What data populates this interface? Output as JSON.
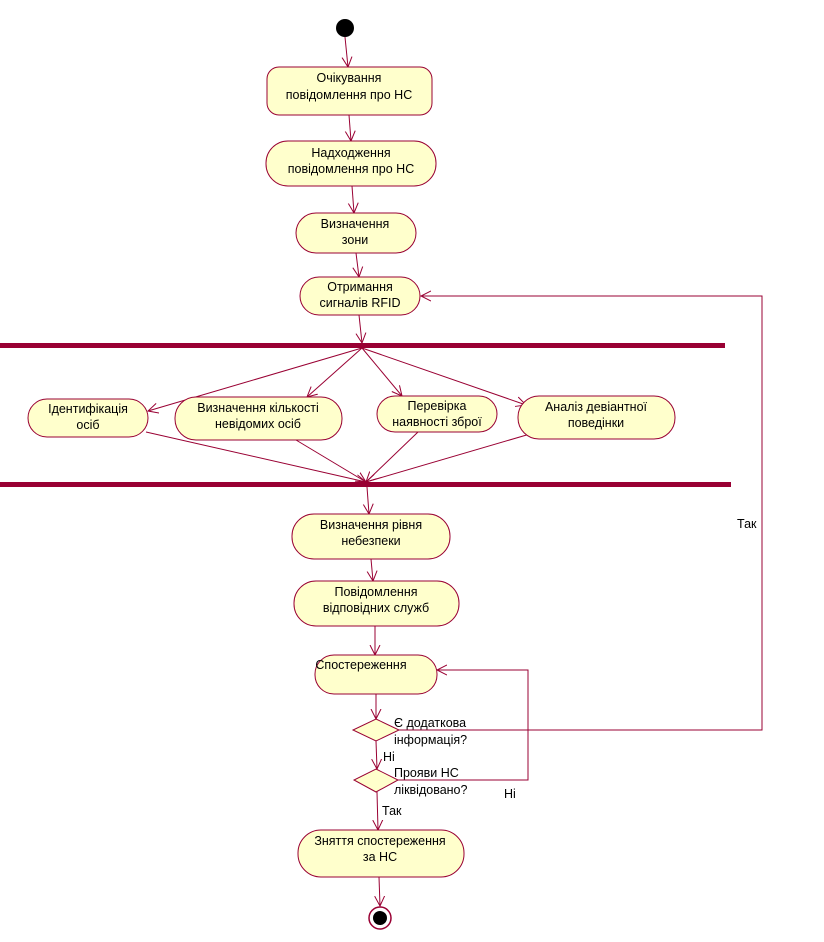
{
  "colors": {
    "node_fill": "#ffffcc",
    "node_stroke": "#990033",
    "line": "#990033",
    "fork_bar": "#990033",
    "start": "#000000"
  },
  "nodes": {
    "await": [
      "Очікування",
      "повідомлення про НС"
    ],
    "arrival": [
      "Надходження",
      "повідомлення про НС"
    ],
    "zone": [
      "Визначення",
      "зони"
    ],
    "rfid": [
      "Отримання",
      "сигналів RFID"
    ],
    "ident": [
      "Ідентифікація",
      "осіб"
    ],
    "count": [
      "Визначення кількості",
      "невідомих осіб"
    ],
    "weapon": [
      "Перевірка",
      "наявності зброї"
    ],
    "deviant": [
      "Аналіз девіантної",
      "поведінки"
    ],
    "danger": [
      "Визначення рівня",
      "небезпеки"
    ],
    "notify": [
      "Повідомлення",
      "відповідних служб"
    ],
    "observe": [
      "Спостереження"
    ],
    "stop": [
      "Зняття спостереження",
      "за НС"
    ]
  },
  "decisions": {
    "extra_info": [
      "Є додаткова",
      "інформація?"
    ],
    "resolved": [
      "Прояви НС",
      "ліквідовано?"
    ]
  },
  "labels": {
    "yes_right": "Так",
    "no_extra": "Ні",
    "no_resolved": "Ні",
    "yes_bottom": "Так"
  }
}
